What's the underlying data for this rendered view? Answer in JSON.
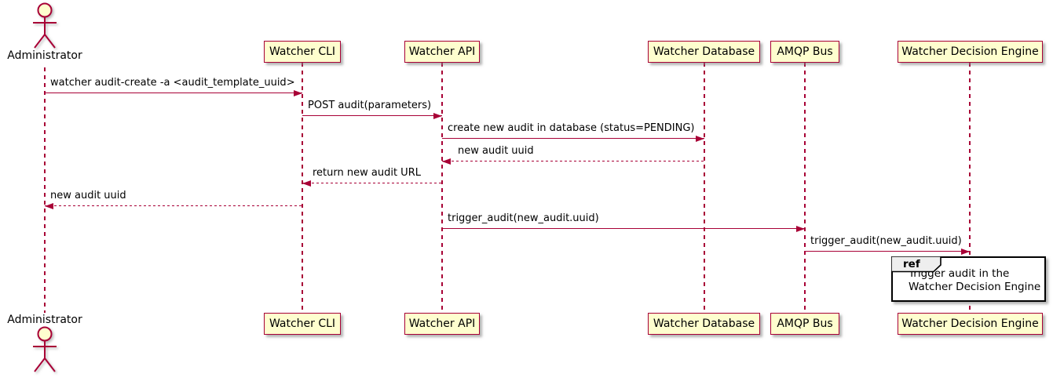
{
  "participants": [
    {
      "id": "administrator",
      "label": "Administrator",
      "type": "actor"
    },
    {
      "id": "watcher-cli",
      "label": "Watcher CLI",
      "type": "participant"
    },
    {
      "id": "watcher-api",
      "label": "Watcher API",
      "type": "participant"
    },
    {
      "id": "watcher-database",
      "label": "Watcher Database",
      "type": "participant"
    },
    {
      "id": "amqp-bus",
      "label": "AMQP Bus",
      "type": "participant"
    },
    {
      "id": "watcher-decision-engine",
      "label": "Watcher Decision Engine",
      "type": "participant"
    }
  ],
  "messages": [
    {
      "from": "Administrator",
      "to": "Watcher CLI",
      "label": "watcher audit-create -a <audit_template_uuid>",
      "line": "solid",
      "direction": "right"
    },
    {
      "from": "Watcher CLI",
      "to": "Watcher API",
      "label": "POST audit(parameters)",
      "line": "solid",
      "direction": "right"
    },
    {
      "from": "Watcher API",
      "to": "Watcher Database",
      "label": "create new audit in database (status=PENDING)",
      "line": "solid",
      "direction": "right"
    },
    {
      "from": "Watcher Database",
      "to": "Watcher API",
      "label": "new audit uuid",
      "line": "dashed",
      "direction": "left"
    },
    {
      "from": "Watcher API",
      "to": "Watcher CLI",
      "label": "return new audit URL",
      "line": "dashed",
      "direction": "left"
    },
    {
      "from": "Watcher CLI",
      "to": "Administrator",
      "label": "new audit uuid",
      "line": "dashed",
      "direction": "left"
    },
    {
      "from": "Watcher API",
      "to": "AMQP Bus",
      "label": "trigger_audit(new_audit.uuid)",
      "line": "solid",
      "direction": "right"
    },
    {
      "from": "AMQP Bus",
      "to": "Watcher Decision Engine",
      "label": "trigger_audit(new_audit.uuid)",
      "line": "solid",
      "direction": "right"
    }
  ],
  "ref": {
    "keyword": "ref",
    "over": "Watcher Decision Engine",
    "lines": [
      "Trigger audit in the",
      "Watcher Decision Engine"
    ]
  },
  "colors": {
    "stroke": "#A80036",
    "participant_fill": "#FEFECE",
    "text": "#000000",
    "ref_border": "#000000",
    "ref_tab_fill": "#EEEEEE",
    "background": "#FFFFFF"
  }
}
